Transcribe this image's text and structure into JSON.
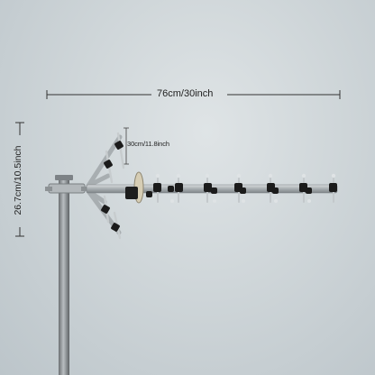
{
  "dimensions": {
    "width_label": "76cm/30inch",
    "height_label": "26.7cm/10.5inch",
    "arm_label": "30cm/11.8inch"
  },
  "colors": {
    "sky": "#cfd6d9",
    "metal": "#a9afb2",
    "clip": "#1b1b1b",
    "dimension_line": "#333333"
  }
}
